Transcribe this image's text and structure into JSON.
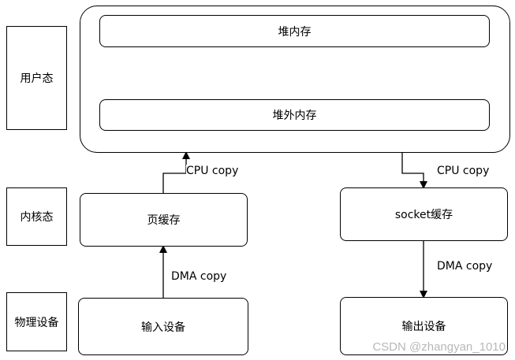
{
  "layers": {
    "user": "用户态",
    "kernel": "内核态",
    "physical": "物理设备"
  },
  "nodes": {
    "heap": "堆内存",
    "offheap": "堆外内存",
    "page_cache": "页缓存",
    "socket_buffer": "socket缓存",
    "input_device": "输入设备",
    "output_device": "输出设备"
  },
  "edges": {
    "cpu_copy_left": "CPU copy",
    "cpu_copy_right": "CPU copy",
    "dma_copy_left": "DMA copy",
    "dma_copy_right": "DMA copy"
  },
  "watermark": "CSDN @zhangyan_1010"
}
